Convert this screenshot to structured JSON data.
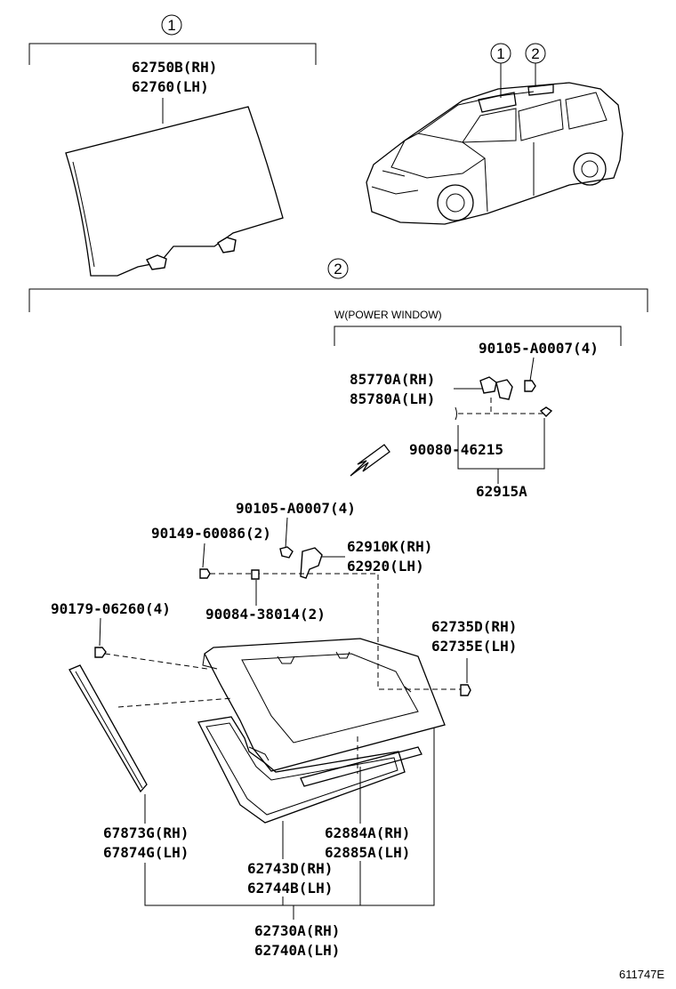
{
  "callouts": {
    "c1": "1",
    "c2": "2"
  },
  "groups": {
    "power_window": "W(POWER WINDOW)"
  },
  "parts": {
    "p62750b": "62750B(RH)",
    "p62760": "62760(LH)",
    "p90105_top": "90105-A0007(4)",
    "p85770a": "85770A(RH)",
    "p85780a": "85780A(LH)",
    "p90080": "90080-46215",
    "p62915a": "62915A",
    "p90105_mid": "90105-A0007(4)",
    "p90149": "90149-60086(2)",
    "p62910k": "62910K(RH)",
    "p62920": "62920(LH)",
    "p90179": "90179-06260(4)",
    "p90084": "90084-38014(2)",
    "p62735d": "62735D(RH)",
    "p62735e": "62735E(LH)",
    "p67873g": "67873G(RH)",
    "p67874g": "67874G(LH)",
    "p62884a": "62884A(RH)",
    "p62885a": "62885A(LH)",
    "p62743d": "62743D(RH)",
    "p62744b": "62744B(LH)",
    "p62730a": "62730A(RH)",
    "p62740a": "62740A(LH)"
  },
  "drawing_code": "611747E"
}
